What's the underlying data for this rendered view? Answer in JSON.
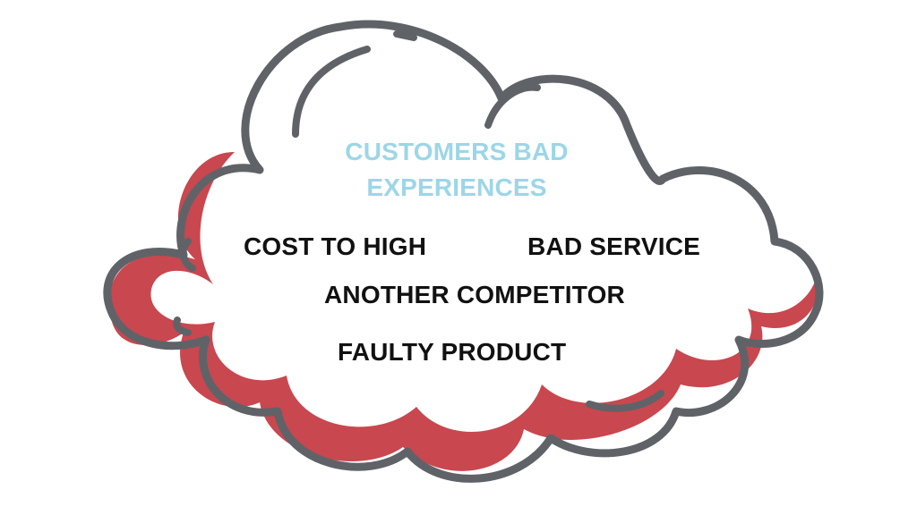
{
  "title_lines": [
    "CUSTOMERS BAD",
    "EXPERIENCES"
  ],
  "items": [
    "COST TO HIGH",
    "BAD SERVICE",
    "ANOTHER COMPETITOR",
    "FAULTY PRODUCT"
  ],
  "colors": {
    "outline": "#5f6368",
    "shadow": "#c9474f",
    "title": "#9cd6e8",
    "text": "#111111",
    "fill": "#ffffff"
  },
  "icons": {
    "shape": "cloud-shape"
  }
}
